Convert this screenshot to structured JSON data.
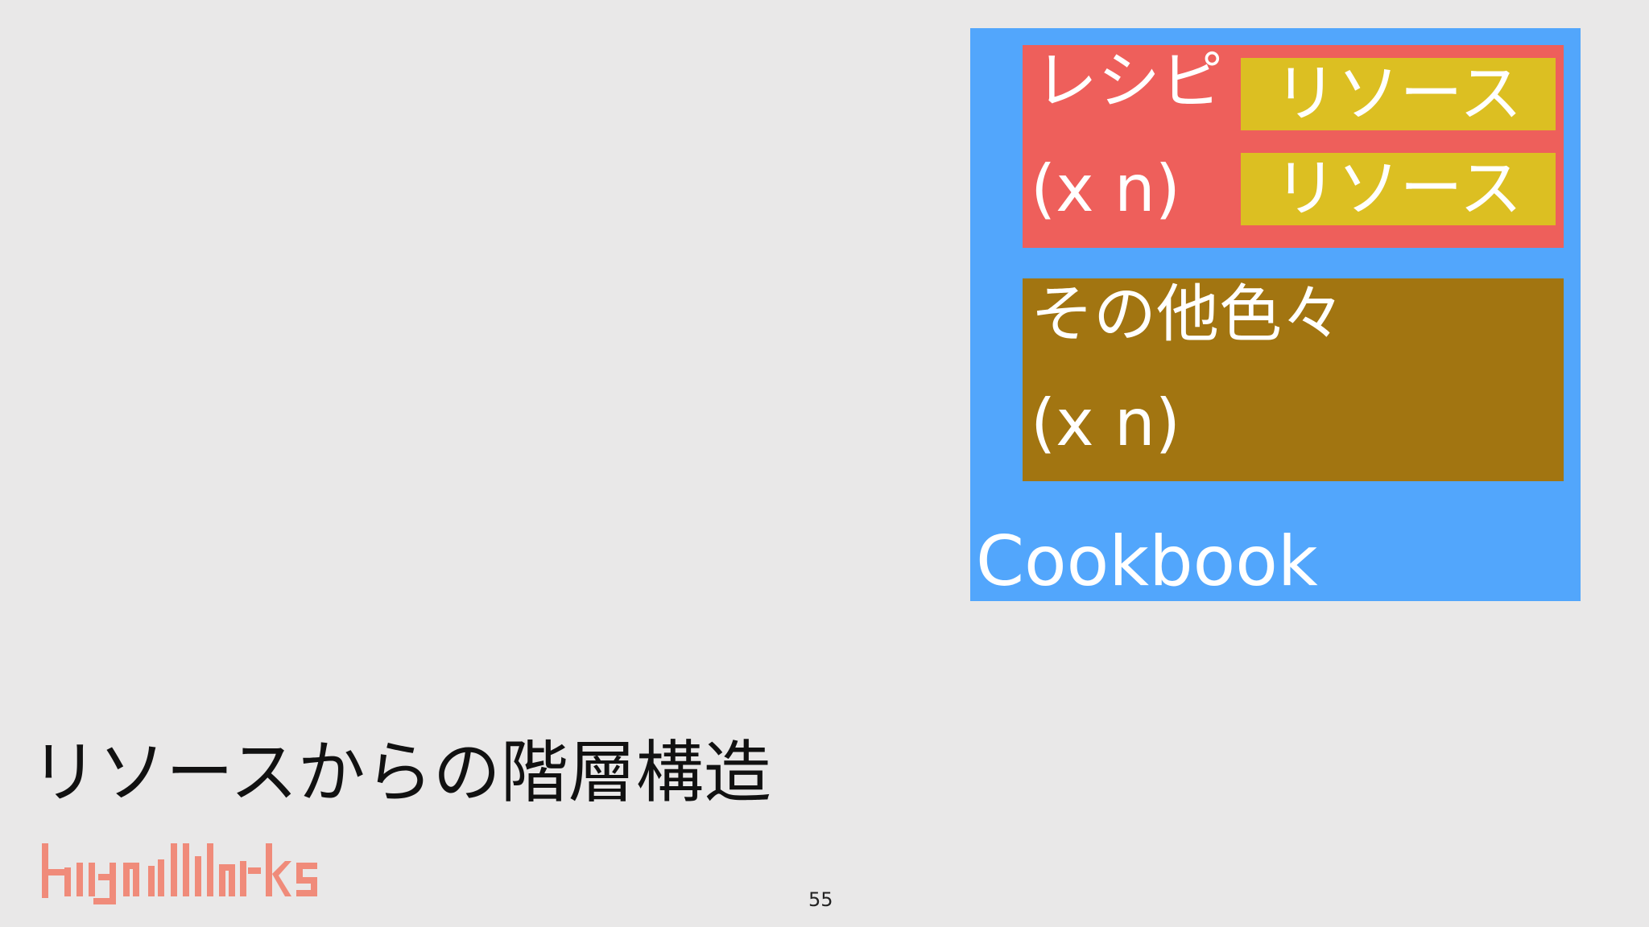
{
  "slide": {
    "title": "リソースからの階層構造",
    "page_number": "55"
  },
  "diagram": {
    "cookbook": {
      "label": "Cookbook",
      "color": "#52a6fc"
    },
    "recipe": {
      "label": "レシピ",
      "count": "(x n)",
      "color": "#ee5f5b",
      "resources": [
        {
          "label": "リソース",
          "color": "#dcbf22"
        },
        {
          "label": "リソース",
          "color": "#dcbf22"
        }
      ]
    },
    "misc": {
      "label": "その他色々",
      "count": "(x n)",
      "color": "#a27511"
    }
  },
  "logo": {
    "name": "HiganWorks",
    "color": "#f08b7a"
  }
}
